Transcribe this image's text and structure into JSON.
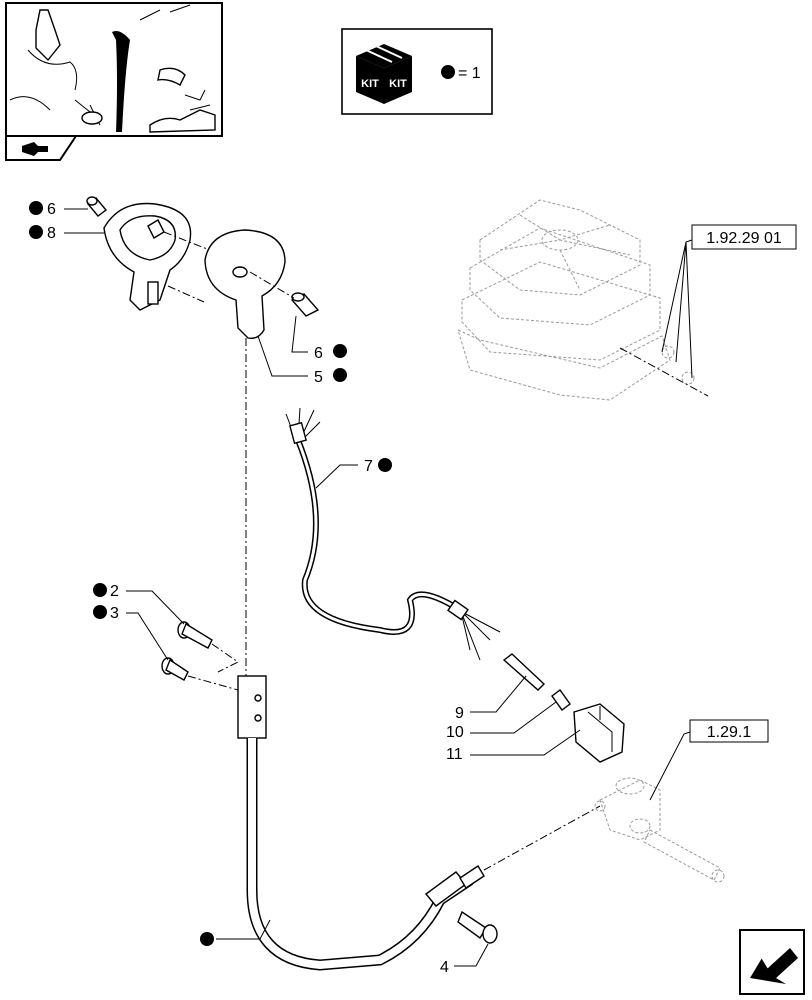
{
  "kit_legend": {
    "badge_text_1": "KIT",
    "badge_text_2": "KIT",
    "equals": "= 1"
  },
  "callouts": {
    "c6a": "6",
    "c8": "8",
    "c6b": "6",
    "c5": "5",
    "c7": "7",
    "c2": "2",
    "c3": "3",
    "c9": "9",
    "c10": "10",
    "c11": "11",
    "c4": "4"
  },
  "refs": {
    "boot_ref": "1.92.29 01",
    "lever_ref": "1.29.1"
  },
  "icons": {
    "thumbnail": "tractor-cab-thumbnail-icon",
    "back": "back-arrow-icon",
    "nav": "return-arrow-icon",
    "dot": "kit-dot-icon"
  }
}
